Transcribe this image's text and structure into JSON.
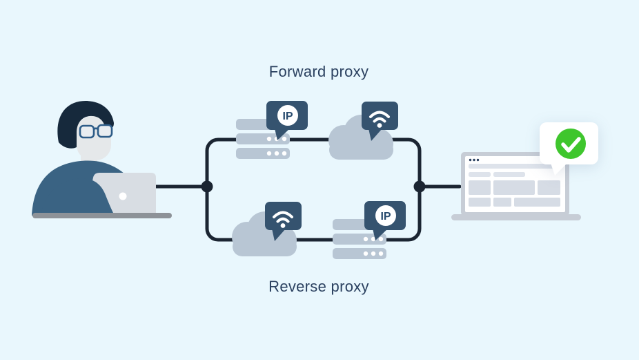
{
  "titles": {
    "forward": "Forward proxy",
    "reverse": "Reverse proxy"
  },
  "nodes": {
    "user_laptop": {
      "icon": "person-at-laptop-icon"
    },
    "forward_server": {
      "icon": "server-stack-icon",
      "badge_icon": "ip-badge-icon",
      "badge_label": "IP"
    },
    "forward_cloud": {
      "icon": "cloud-icon",
      "badge_icon": "wifi-badge-icon"
    },
    "reverse_cloud": {
      "icon": "cloud-icon",
      "badge_icon": "wifi-badge-icon"
    },
    "reverse_server": {
      "icon": "server-stack-icon",
      "badge_icon": "ip-badge-icon",
      "badge_label": "IP"
    },
    "destination_browser": {
      "icon": "browser-laptop-icon",
      "status_icon": "success-check-icon"
    }
  },
  "colors": {
    "background": "#e9f7fd",
    "connector": "#1b2532",
    "title_text": "#2b4160",
    "badge": "#35536f",
    "badge_text": "#274a6d",
    "node_fill": "#b8c6d4",
    "shirt": "#3a6383",
    "hair": "#16293c",
    "skin": "#e5e8ea",
    "glasses": "#2d5c88",
    "laptop": "#d8dde3",
    "desk": "#8d9298",
    "browser_frame": "#c7cdd6",
    "browser_bar": "#dee3eb",
    "browser_block": "#d6dce5",
    "success": "#3fc62d",
    "card": "#ffffff"
  }
}
